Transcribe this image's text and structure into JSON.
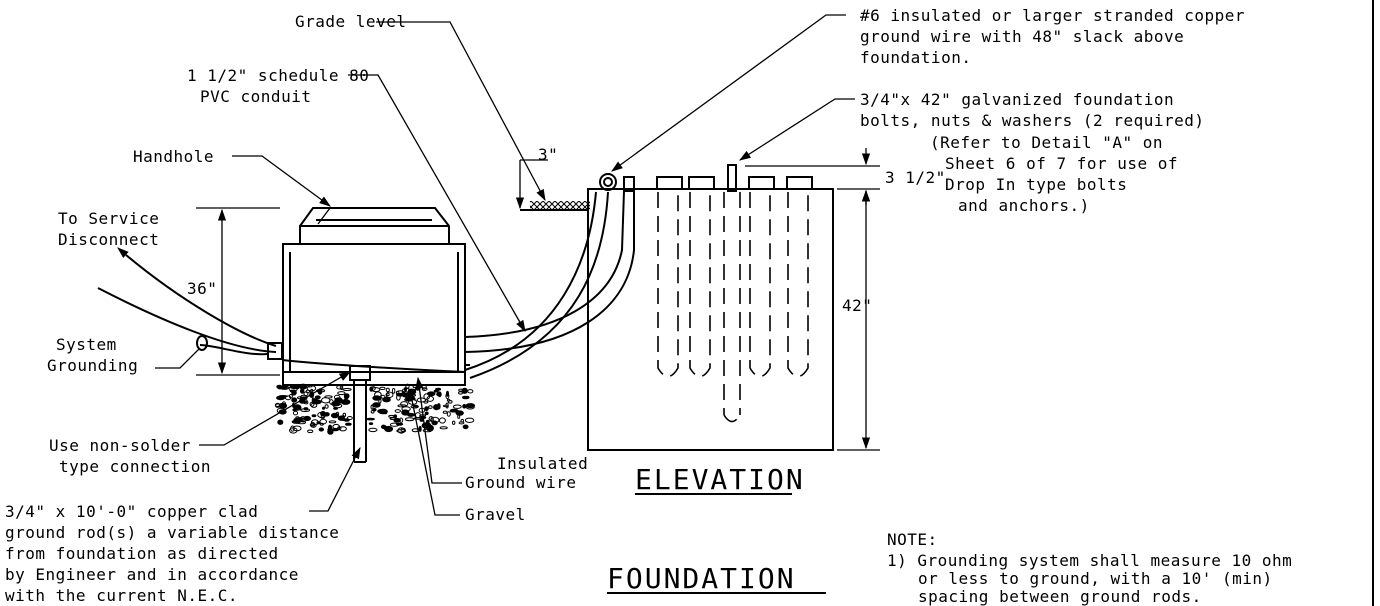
{
  "labels": {
    "grade_level": "Grade level",
    "conduit_l1": "1 1/2\" schedule 80",
    "conduit_l2": "PVC conduit",
    "handhole": "Handhole",
    "service_l1": "To Service",
    "service_l2": "Disconnect",
    "depth_36": "36\"",
    "grounding_l1": "System",
    "grounding_l2": "Grounding",
    "nonsolder_l1": "Use non-solder",
    "nonsolder_l2": "type connection",
    "rod_l1": "3/4\" x 10'-0\" copper clad",
    "rod_l2": "ground rod(s) a variable distance",
    "rod_l3": "from foundation as  directed",
    "rod_l4": "by Engineer and in accordance",
    "rod_l5": "with the current N.E.C.",
    "gravel": "Gravel",
    "insulated_l1": "Insulated",
    "insulated_l2": "Ground wire",
    "elevation": "ELEVATION",
    "foundation": "FOUNDATION",
    "wire_l1": "#6 insulated or larger stranded copper",
    "wire_l2": "ground wire with 48\" slack above",
    "wire_l3": "foundation.",
    "bolts_l1": "3/4\"x 42\" galvanized foundation",
    "bolts_l2": "bolts, nuts & washers (2 required)",
    "refer_l1": "(Refer to Detail \"A\" on",
    "refer_l2": "Sheet 6 of 7 for use of",
    "refer_l3": "Drop In type bolts",
    "refer_l4": "and anchors.)",
    "dim_3": "3\"",
    "dim_3_5": "3 1/2\"",
    "dim_42": "42\"",
    "note_title": "NOTE:",
    "note_l1": "1) Grounding system shall measure 10 ohm",
    "note_l2": "or less to ground, with a 10' (min)",
    "note_l3": "spacing between ground rods."
  }
}
